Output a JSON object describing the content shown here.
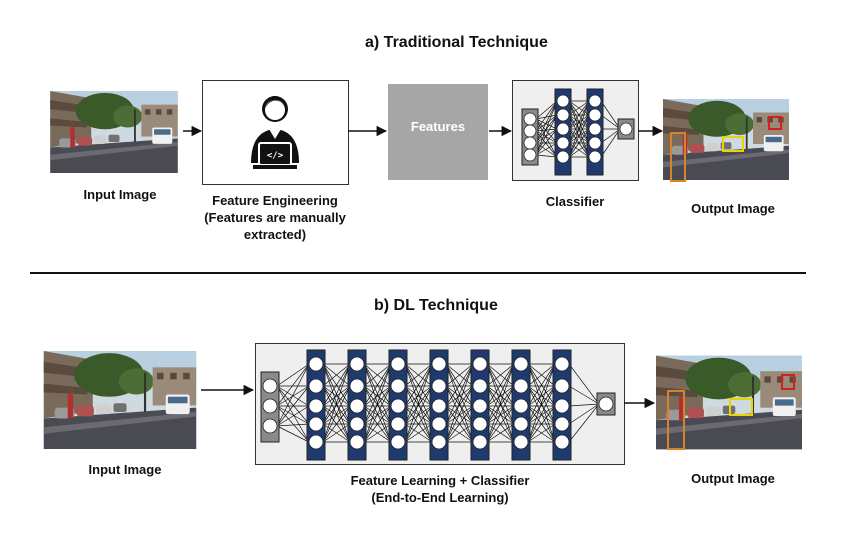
{
  "section_a": {
    "title": "a)  Traditional Technique",
    "input_label": "Input Image",
    "feature_eng_label_1": "Feature Engineering",
    "feature_eng_label_2": "(Features are manually",
    "feature_eng_label_3": "extracted)",
    "features_box_label": "Features",
    "classifier_label": "Classifier",
    "output_label": "Output Image"
  },
  "section_b": {
    "title": "b) DL Technique",
    "input_label": "Input Image",
    "network_label_1": "Feature Learning + Classifier",
    "network_label_2": "(End-to-End Learning)",
    "output_label": "Output Image"
  },
  "colors": {
    "layer_navy": "#1f3a6e",
    "gray_node": "#8a8a8a",
    "features_gray": "#a6a6a6",
    "network_bg": "#efefef",
    "orange_box": "#d9822b",
    "yellow_box": "#e8d400",
    "red_box": "#d02020"
  },
  "icons": {
    "engineer": "person-with-laptop-code-icon"
  }
}
